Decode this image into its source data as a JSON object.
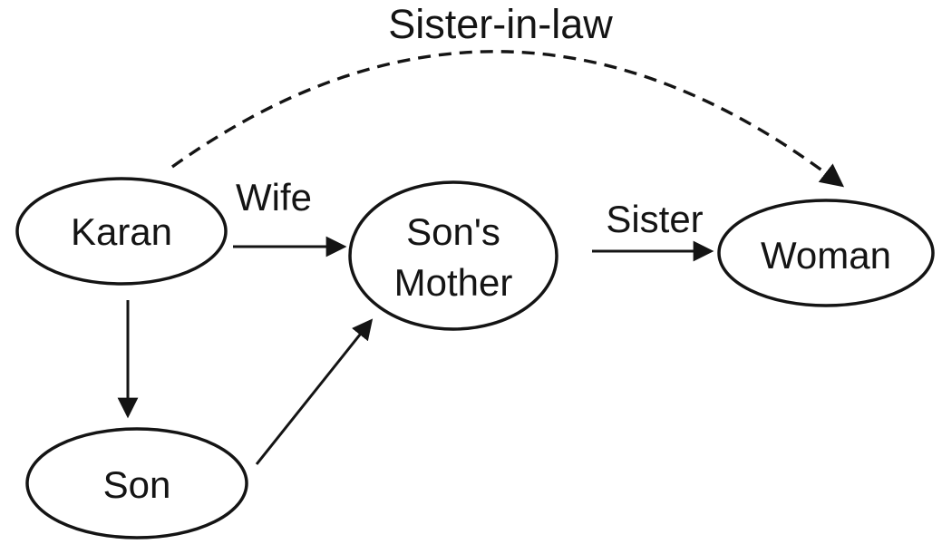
{
  "diagram": {
    "background_color": "#ffffff",
    "ink_color": "#141414",
    "nodes": {
      "karan": {
        "label": "Karan"
      },
      "sons_mother": {
        "label": "Son's Mother",
        "line1": "Son's",
        "line2": "Mother"
      },
      "woman": {
        "label": "Woman"
      },
      "son": {
        "label": "Son"
      }
    },
    "edges": {
      "wife": {
        "from": "Karan",
        "to": "Son's Mother",
        "label": "Wife",
        "style": "solid"
      },
      "sister": {
        "from": "Son's Mother",
        "to": "Woman",
        "label": "Sister",
        "style": "solid"
      },
      "sister_in_law": {
        "from": "Karan",
        "to": "Woman",
        "label": "Sister-in-law",
        "style": "dashed"
      },
      "karan_to_son": {
        "from": "Karan",
        "to": "Son",
        "label": "",
        "style": "solid"
      },
      "son_to_mother": {
        "from": "Son",
        "to": "Son's Mother",
        "label": "",
        "style": "solid"
      }
    }
  }
}
